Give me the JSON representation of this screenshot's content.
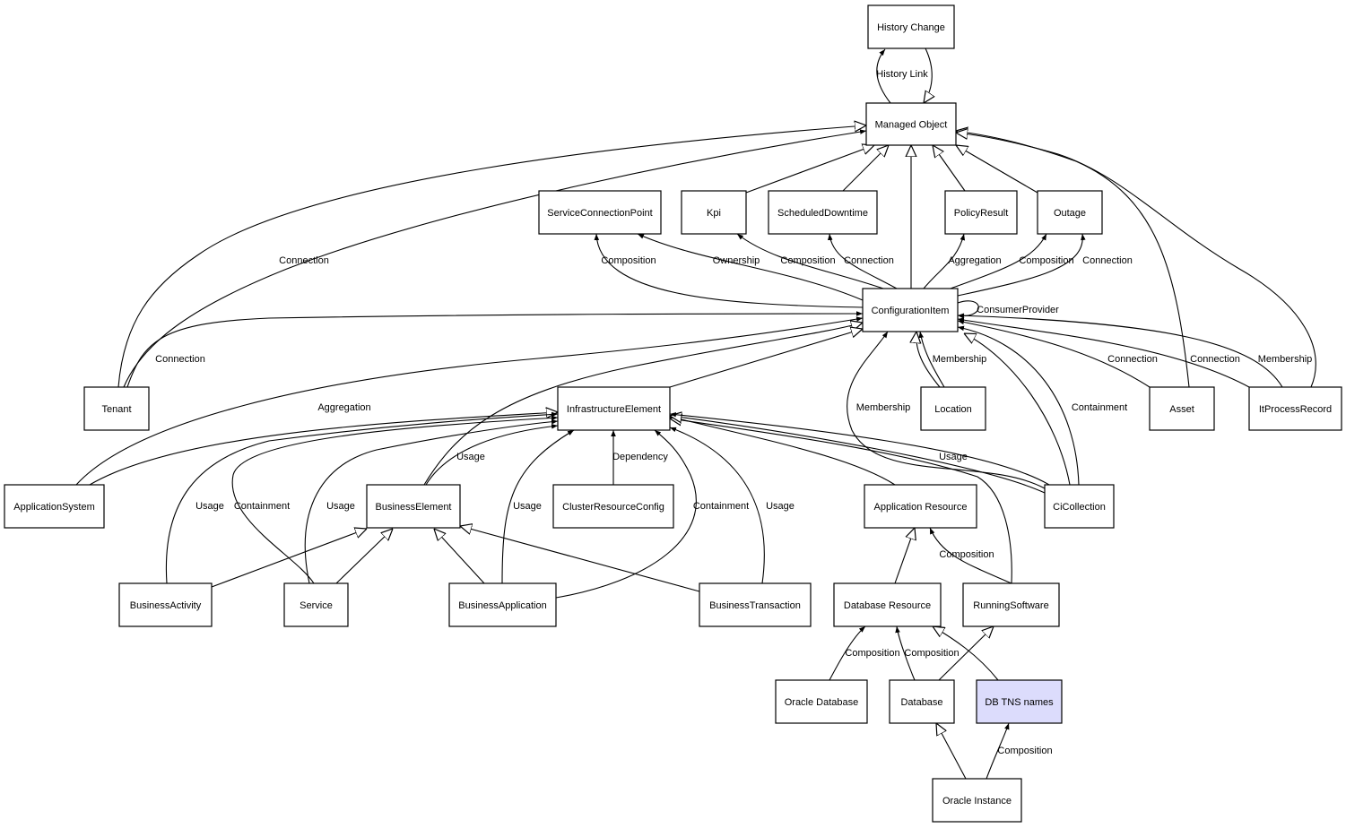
{
  "colors": {
    "node_fill": "#ffffff",
    "highlight_fill": "#dcdcfc",
    "stroke": "#000000"
  },
  "nodes": [
    {
      "id": "history_change",
      "label": "History Change"
    },
    {
      "id": "managed_object",
      "label": "Managed Object"
    },
    {
      "id": "scp",
      "label": "ServiceConnectionPoint"
    },
    {
      "id": "kpi",
      "label": "Kpi"
    },
    {
      "id": "scheduled_downtime",
      "label": "ScheduledDowntime"
    },
    {
      "id": "policy_result",
      "label": "PolicyResult"
    },
    {
      "id": "outage",
      "label": "Outage"
    },
    {
      "id": "ci",
      "label": "ConfigurationItem"
    },
    {
      "id": "tenant",
      "label": "Tenant"
    },
    {
      "id": "infra",
      "label": "InfrastructureElement"
    },
    {
      "id": "location",
      "label": "Location"
    },
    {
      "id": "asset",
      "label": "Asset"
    },
    {
      "id": "itpr",
      "label": "ItProcessRecord"
    },
    {
      "id": "appsys",
      "label": "ApplicationSystem"
    },
    {
      "id": "business_element",
      "label": "BusinessElement"
    },
    {
      "id": "crc",
      "label": "ClusterResourceConfig"
    },
    {
      "id": "app_resource",
      "label": "Application Resource"
    },
    {
      "id": "cicollection",
      "label": "CiCollection"
    },
    {
      "id": "business_activity",
      "label": "BusinessActivity"
    },
    {
      "id": "service",
      "label": "Service"
    },
    {
      "id": "business_application",
      "label": "BusinessApplication"
    },
    {
      "id": "business_transaction",
      "label": "BusinessTransaction"
    },
    {
      "id": "db_resource",
      "label": "Database Resource"
    },
    {
      "id": "running_software",
      "label": "RunningSoftware"
    },
    {
      "id": "oracle_database",
      "label": "Oracle Database"
    },
    {
      "id": "database",
      "label": "Database"
    },
    {
      "id": "db_tns",
      "label": "DB TNS names",
      "highlight": true
    },
    {
      "id": "oracle_instance",
      "label": "Oracle Instance"
    }
  ],
  "edges": [
    {
      "from": "managed_object",
      "to": "history_change",
      "label": "History Link",
      "arrow": "filled"
    },
    {
      "from": "history_change",
      "to": "managed_object",
      "label": "",
      "arrow": "hollow"
    },
    {
      "from": "tenant",
      "to": "managed_object",
      "label": "",
      "arrow": "hollow"
    },
    {
      "from": "tenant",
      "to": "managed_object",
      "label": "Connection",
      "arrow": "filled"
    },
    {
      "from": "kpi",
      "to": "managed_object",
      "label": "",
      "arrow": "hollow"
    },
    {
      "from": "scheduled_downtime",
      "to": "managed_object",
      "label": "",
      "arrow": "hollow"
    },
    {
      "from": "ci",
      "to": "managed_object",
      "label": "",
      "arrow": "hollow"
    },
    {
      "from": "policy_result",
      "to": "managed_object",
      "label": "",
      "arrow": "hollow"
    },
    {
      "from": "outage",
      "to": "managed_object",
      "label": "",
      "arrow": "hollow"
    },
    {
      "from": "asset",
      "to": "managed_object",
      "label": "",
      "arrow": "hollow"
    },
    {
      "from": "itpr",
      "to": "managed_object",
      "label": "",
      "arrow": "hollow"
    },
    {
      "from": "ci",
      "to": "scp",
      "label": "Composition",
      "arrow": "filled"
    },
    {
      "from": "ci",
      "to": "scp",
      "label": "Ownership",
      "arrow": "filled"
    },
    {
      "from": "ci",
      "to": "kpi",
      "label": "Composition",
      "arrow": "filled"
    },
    {
      "from": "ci",
      "to": "scheduled_downtime",
      "label": "Connection",
      "arrow": "filled"
    },
    {
      "from": "ci",
      "to": "policy_result",
      "label": "Aggregation",
      "arrow": "filled"
    },
    {
      "from": "ci",
      "to": "outage",
      "label": "Composition",
      "arrow": "filled"
    },
    {
      "from": "ci",
      "to": "outage",
      "label": "Connection",
      "arrow": "filled"
    },
    {
      "from": "ci",
      "to": "ci",
      "label": "ConsumerProvider",
      "arrow": "filled"
    },
    {
      "from": "tenant",
      "to": "ci",
      "label": "Connection",
      "arrow": "filled"
    },
    {
      "from": "appsys",
      "to": "ci",
      "label": "Aggregation",
      "arrow": "filled"
    },
    {
      "from": "business_element",
      "to": "ci",
      "label": "",
      "arrow": "hollow"
    },
    {
      "from": "infra",
      "to": "ci",
      "label": "",
      "arrow": "hollow"
    },
    {
      "from": "location",
      "to": "ci",
      "label": "",
      "arrow": "hollow"
    },
    {
      "from": "location",
      "to": "ci",
      "label": "Membership",
      "arrow": "filled"
    },
    {
      "from": "cicollection",
      "to": "ci",
      "label": "Membership",
      "arrow": "filled"
    },
    {
      "from": "cicollection",
      "to": "ci",
      "label": "",
      "arrow": "hollow"
    },
    {
      "from": "cicollection",
      "to": "ci",
      "label": "Containment",
      "arrow": "filled"
    },
    {
      "from": "asset",
      "to": "ci",
      "label": "Connection",
      "arrow": "filled"
    },
    {
      "from": "itpr",
      "to": "ci",
      "label": "Connection",
      "arrow": "filled"
    },
    {
      "from": "itpr",
      "to": "ci",
      "label": "Membership",
      "arrow": "filled"
    },
    {
      "from": "appsys",
      "to": "infra",
      "label": "",
      "arrow": "hollow"
    },
    {
      "from": "business_activity",
      "to": "infra",
      "label": "Usage",
      "arrow": "filled"
    },
    {
      "from": "service",
      "to": "infra",
      "label": "Containment",
      "arrow": "filled"
    },
    {
      "from": "service",
      "to": "infra",
      "label": "Usage",
      "arrow": "filled"
    },
    {
      "from": "business_element",
      "to": "infra",
      "label": "Usage",
      "arrow": "filled"
    },
    {
      "from": "business_application",
      "to": "infra",
      "label": "Usage",
      "arrow": "filled"
    },
    {
      "from": "business_application",
      "to": "infra",
      "label": "Containment",
      "arrow": "filled"
    },
    {
      "from": "crc",
      "to": "infra",
      "label": "Dependency",
      "arrow": "filled"
    },
    {
      "from": "business_transaction",
      "to": "infra",
      "label": "Usage",
      "arrow": "filled"
    },
    {
      "from": "app_resource",
      "to": "infra",
      "label": "",
      "arrow": "hollow"
    },
    {
      "from": "running_software",
      "to": "infra",
      "label": "",
      "arrow": "hollow"
    },
    {
      "from": "cicollection",
      "to": "infra",
      "label": "",
      "arrow": "hollow"
    },
    {
      "from": "cicollection",
      "to": "infra",
      "label": "Usage",
      "arrow": "filled"
    },
    {
      "from": "business_activity",
      "to": "business_element",
      "label": "",
      "arrow": "hollow"
    },
    {
      "from": "service",
      "to": "business_element",
      "label": "",
      "arrow": "hollow"
    },
    {
      "from": "business_application",
      "to": "business_element",
      "label": "",
      "arrow": "hollow"
    },
    {
      "from": "business_transaction",
      "to": "business_element",
      "label": "",
      "arrow": "hollow"
    },
    {
      "from": "db_resource",
      "to": "app_resource",
      "label": "",
      "arrow": "hollow"
    },
    {
      "from": "running_software",
      "to": "app_resource",
      "label": "Composition",
      "arrow": "filled"
    },
    {
      "from": "oracle_database",
      "to": "db_resource",
      "label": "Composition",
      "arrow": "filled"
    },
    {
      "from": "database",
      "to": "db_resource",
      "label": "Composition",
      "arrow": "filled"
    },
    {
      "from": "database",
      "to": "running_software",
      "label": "",
      "arrow": "hollow"
    },
    {
      "from": "db_tns",
      "to": "db_resource",
      "label": "",
      "arrow": "hollow"
    },
    {
      "from": "oracle_instance",
      "to": "database",
      "label": "",
      "arrow": "hollow"
    },
    {
      "from": "oracle_instance",
      "to": "db_tns",
      "label": "Composition",
      "arrow": "filled"
    }
  ]
}
